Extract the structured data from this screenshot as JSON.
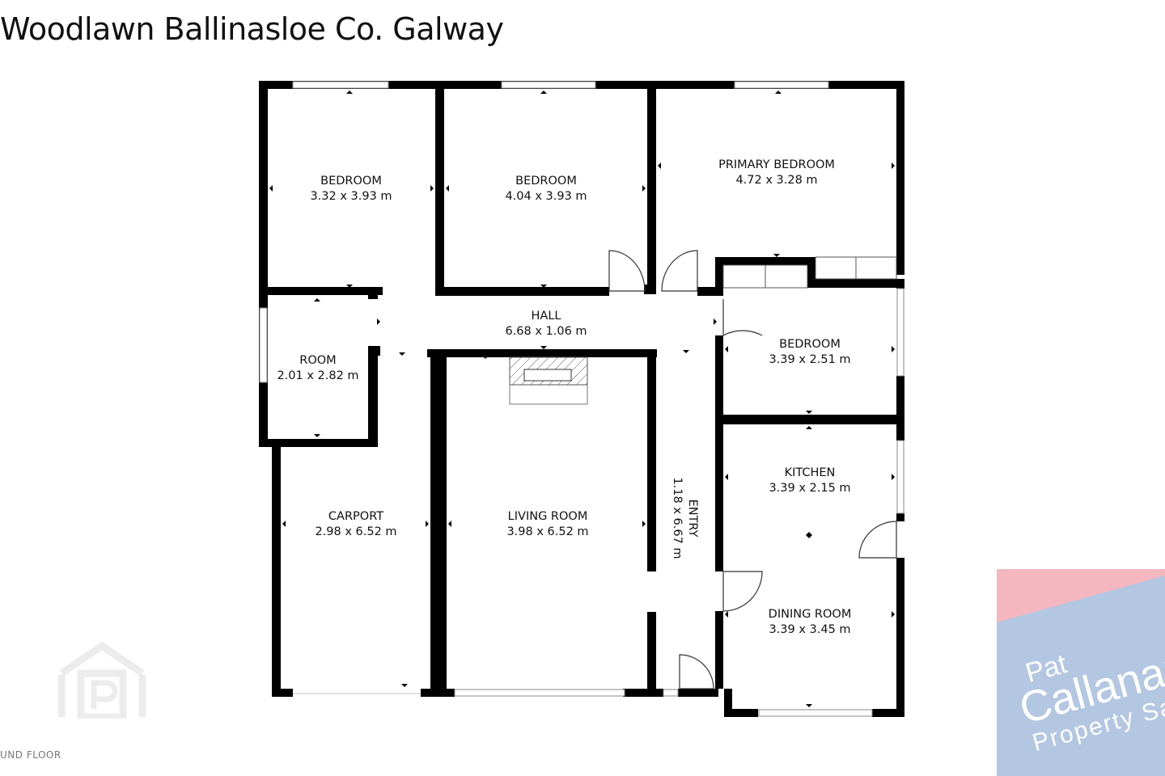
{
  "header": {
    "title": "Woodlawn Ballinasloe Co. Galway"
  },
  "footer": {
    "floor_label": "UND FLOOR"
  },
  "rooms": [
    {
      "id": "bedroom-1",
      "name": "BEDROOM",
      "dims": "3.32 x 3.93 m"
    },
    {
      "id": "bedroom-2",
      "name": "BEDROOM",
      "dims": "4.04 x 3.93 m"
    },
    {
      "id": "primary-bedroom",
      "name": "PRIMARY BEDROOM",
      "dims": "4.72 x 3.28 m"
    },
    {
      "id": "hall",
      "name": "HALL",
      "dims": "6.68 x 1.06 m"
    },
    {
      "id": "room",
      "name": "ROOM",
      "dims": "2.01 x 2.82 m"
    },
    {
      "id": "bedroom-3",
      "name": "BEDROOM",
      "dims": "3.39 x 2.51 m"
    },
    {
      "id": "kitchen",
      "name": "KITCHEN",
      "dims": "3.39 x 2.15 m"
    },
    {
      "id": "carport",
      "name": "CARPORT",
      "dims": "2.98 x 6.52 m"
    },
    {
      "id": "living-room",
      "name": "LIVING ROOM",
      "dims": "3.98 x 6.52 m"
    },
    {
      "id": "entry",
      "name": "ENTRY",
      "dims": "1.18 x 6.67 m"
    },
    {
      "id": "dining-room",
      "name": "DINING ROOM",
      "dims": "3.39 x 3.45 m"
    }
  ],
  "agent_logo": {
    "line1": "Pat",
    "line2": "Callanan",
    "line3": "Property Sales",
    "colors": {
      "pink": "#f4b6bf",
      "blue": "#b3c6e2",
      "text": "#ffffff"
    }
  },
  "colors": {
    "wall": "#000000",
    "window": "#9a9a9a",
    "watermark": "#eeeeee"
  }
}
